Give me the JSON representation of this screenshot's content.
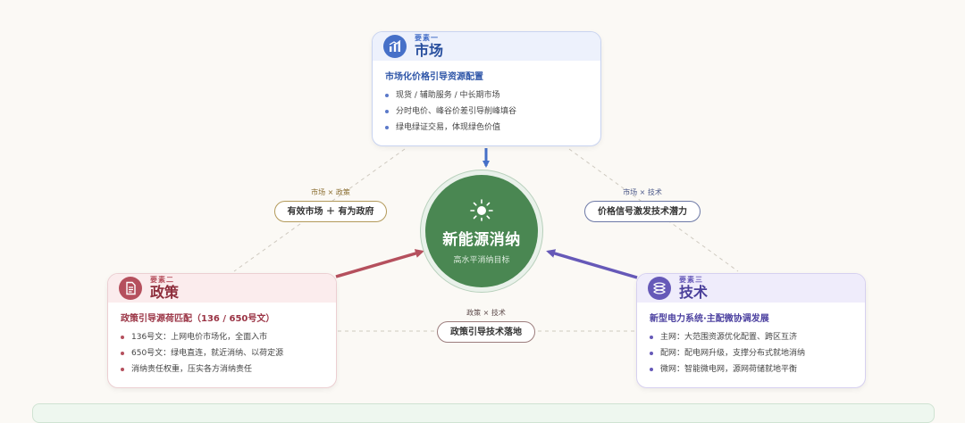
{
  "center": {
    "title": "新能源消纳",
    "subtitle": "高水平消纳目标",
    "icon": "sun-icon"
  },
  "pillars": {
    "market": {
      "label": "要素一",
      "name": "市场",
      "subtitle": "市场化价格引导资源配置",
      "items": [
        "现货 / 辅助服务 / 中长期市场",
        "分时电价、峰谷价差引导削峰填谷",
        "绿电绿证交易，体现绿色价值"
      ],
      "icon": "bar-chart-icon",
      "color": "#4670c8"
    },
    "policy": {
      "label": "要素二",
      "name": "政策",
      "subtitle": "政策引导源荷匹配（136 / 650号文）",
      "items": [
        "136号文：上网电价市场化，全面入市",
        "650号文：绿电直连，就近消纳、以荷定源",
        "消纳责任权重，压实各方消纳责任"
      ],
      "icon": "document-icon",
      "color": "#b5505d"
    },
    "tech": {
      "label": "要素三",
      "name": "技术",
      "subtitle": "新型电力系统·主配微协调发展",
      "items": [
        "主网：大范围资源优化配置、跨区互济",
        "配网：配电网升级，支撑分布式就地消纳",
        "微网：智能微电网，源网荷储就地平衡"
      ],
      "icon": "grid-icon",
      "color": "#6659b8"
    }
  },
  "pairs": {
    "market_policy": {
      "label": "市场 × 政策",
      "text": "有效市场 ＋ 有为政府"
    },
    "market_tech": {
      "label": "市场 × 技术",
      "text": "价格信号激发技术潜力"
    },
    "policy_tech": {
      "label": "政策 × 技术",
      "text": "政策引导技术落地"
    }
  },
  "colors": {
    "center_green": "#4a8752",
    "arrow_market": "#4670c8",
    "arrow_policy": "#b5505d",
    "arrow_tech": "#6659b8"
  }
}
